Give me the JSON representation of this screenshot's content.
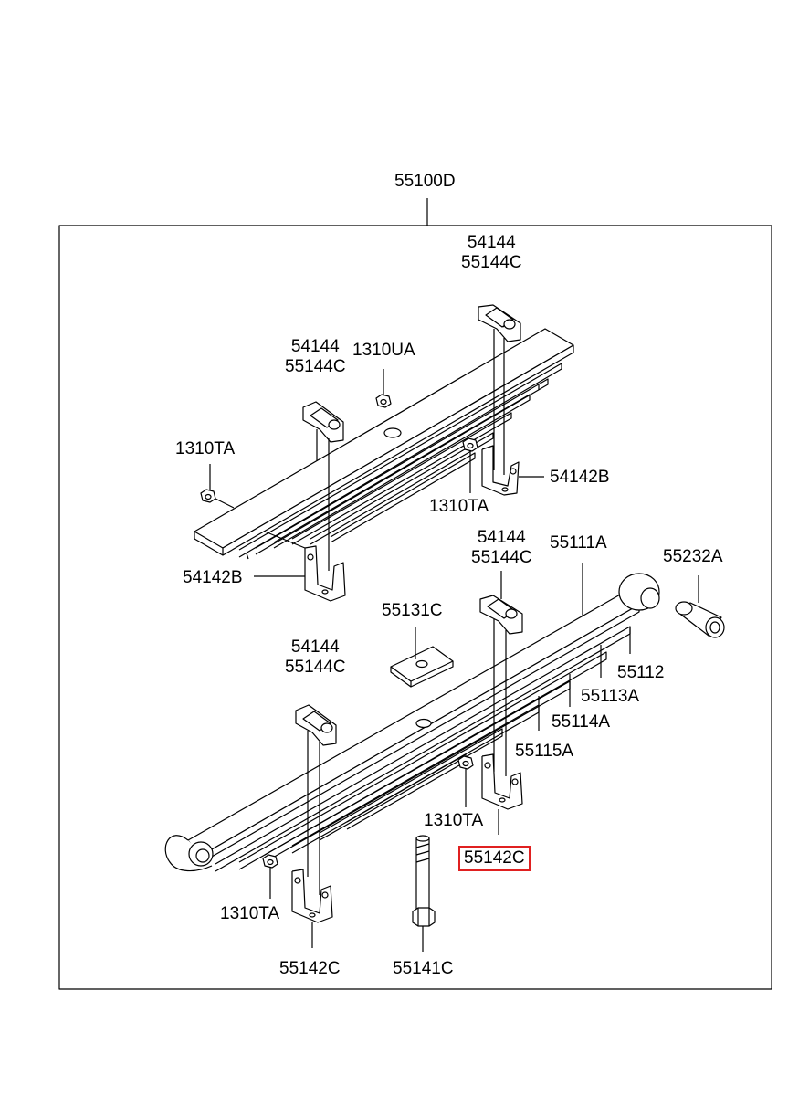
{
  "assembly_label": "55100D",
  "upper_spring": {
    "pin_top_right": [
      "54144",
      "55144C"
    ],
    "pin_top_left": [
      "54144",
      "55144C"
    ],
    "nut_top": "1310UA",
    "nut_left": "1310TA",
    "nut_right": "1310TA",
    "bracket_right": "54142B",
    "bracket_left": "54142B"
  },
  "lower_spring": {
    "pin_right": [
      "54144",
      "55144C"
    ],
    "pin_left": [
      "54144",
      "55144C"
    ],
    "leaf_main": "55111A",
    "bushing": "55232A",
    "pad": "55131C",
    "leaf_2": "55112",
    "leaf_3": "55113A",
    "leaf_4": "55114A",
    "leaf_5": "55115A",
    "nut_right": "1310TA",
    "bracket_right_highlighted": "55142C",
    "nut_left": "1310TA",
    "bracket_left": "55142C",
    "center_bolt": "55141C"
  },
  "highlight_color": "#e02020"
}
